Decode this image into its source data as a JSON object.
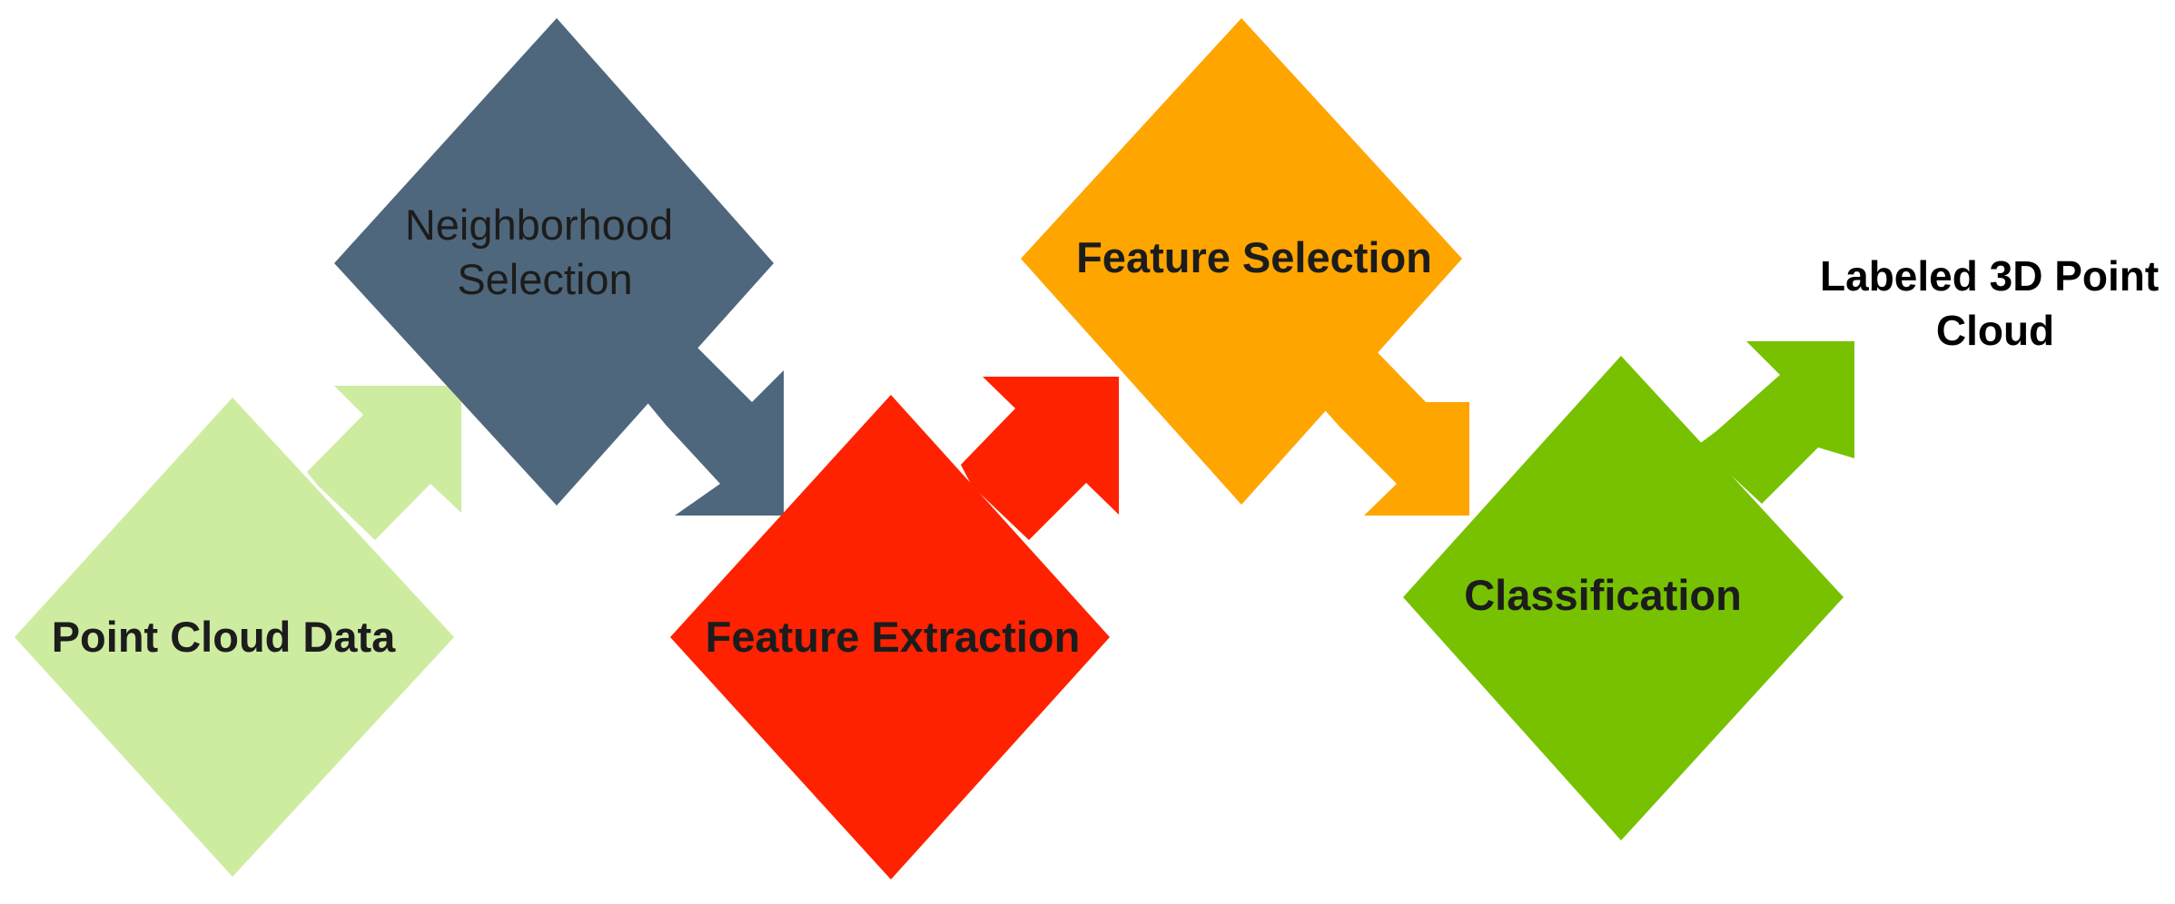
{
  "diagram": {
    "nodes": [
      {
        "id": "point-cloud-data",
        "lines": [
          "Point Cloud Data"
        ],
        "color": "#cdeca0",
        "bold": true
      },
      {
        "id": "neighborhood-selection",
        "lines": [
          "Neighborhood",
          "Selection"
        ],
        "color": "#4f677c",
        "bold": false
      },
      {
        "id": "feature-extraction",
        "lines": [
          "Feature Extraction"
        ],
        "color": "#ff2200",
        "bold": true
      },
      {
        "id": "feature-selection",
        "lines": [
          "Feature Selection"
        ],
        "color": "#ffa500",
        "bold": true
      },
      {
        "id": "classification",
        "lines": [
          "Classification"
        ],
        "color": "#77c100",
        "bold": true
      }
    ],
    "output": {
      "lines": [
        "Labeled 3D Point",
        "Cloud"
      ]
    }
  }
}
